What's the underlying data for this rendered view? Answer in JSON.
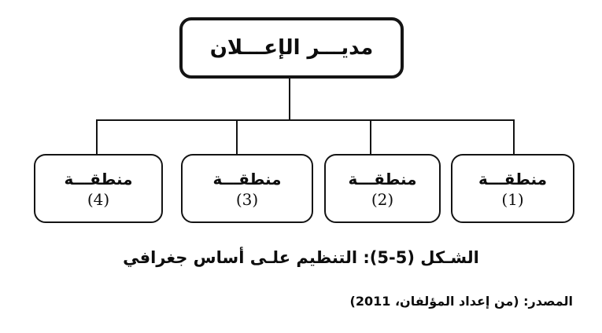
{
  "colors": {
    "background": "#ffffff",
    "line": "#141414",
    "text": "#0d0d0d"
  },
  "org_chart": {
    "root": {
      "label": "مديـــر الإعـــلان"
    },
    "regions": [
      {
        "label": "منطقـــة",
        "number": "(1)"
      },
      {
        "label": "منطقـــة",
        "number": "(2)"
      },
      {
        "label": "منطقـــة",
        "number": "(3)"
      },
      {
        "label": "منطقـــة",
        "number": "(4)"
      }
    ]
  },
  "caption": "الشـكل (5-5): التنظيم علـى أساس جغرافي",
  "source_line": "المصدر: (من إعداد المؤلفان، 2011)"
}
